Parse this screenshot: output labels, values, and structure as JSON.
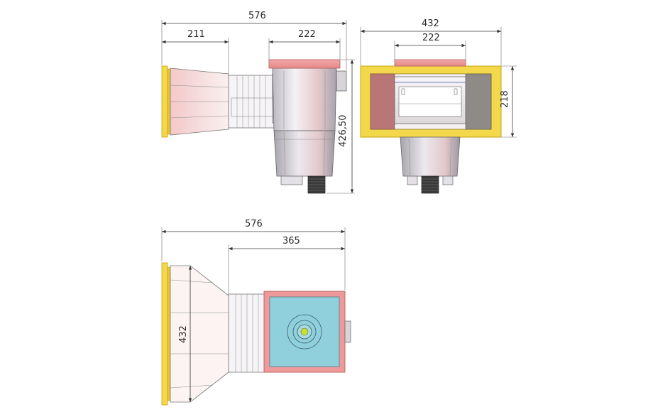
{
  "dimensions": {
    "side_total_width": "576",
    "side_inlet_width": "211",
    "side_body_width": "222",
    "side_height": "426,50",
    "front_total_width": "432",
    "front_inner_width": "222",
    "front_height": "218",
    "top_total_width": "576",
    "top_body_width": "365",
    "top_flange_height": "432"
  },
  "colors": {
    "flange_yellow": "#f2d84a",
    "flange_edge": "#c9a40a",
    "pink_light": "#f6dede",
    "pink_mid": "#eeb4b4",
    "pink_lid": "#ef9a9a",
    "body_grey": "#d9d6dc",
    "water_cyan": "#8fd0dc",
    "port_green": "#c9df3c",
    "thread_dark": "#3a3a3a",
    "panel_red": "#b87676",
    "panel_grey": "#8e8a88"
  }
}
